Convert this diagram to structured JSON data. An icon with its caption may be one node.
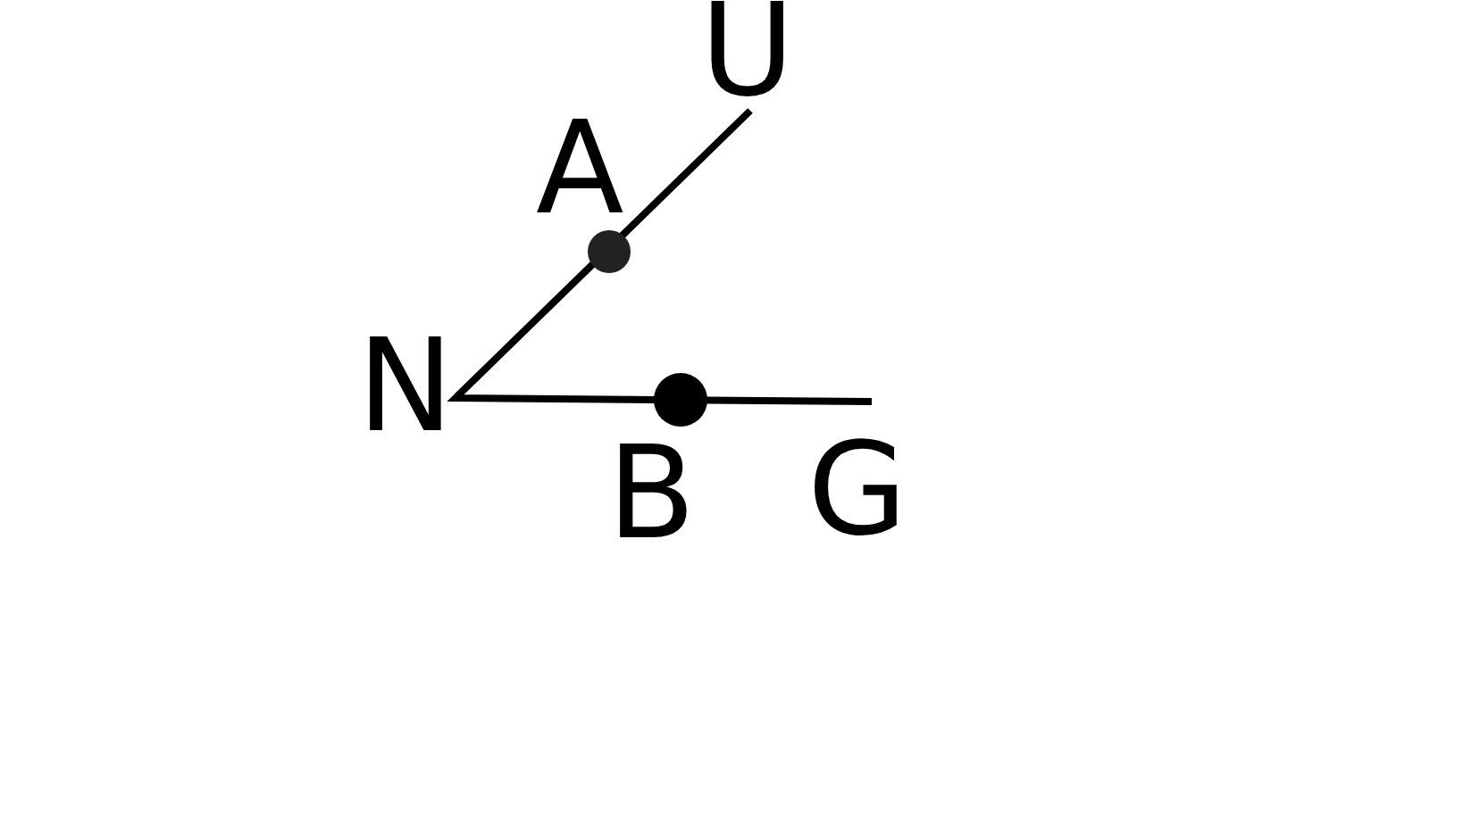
{
  "diagram": {
    "labels": [
      "U",
      "A",
      "N",
      "B",
      "G"
    ]
  }
}
